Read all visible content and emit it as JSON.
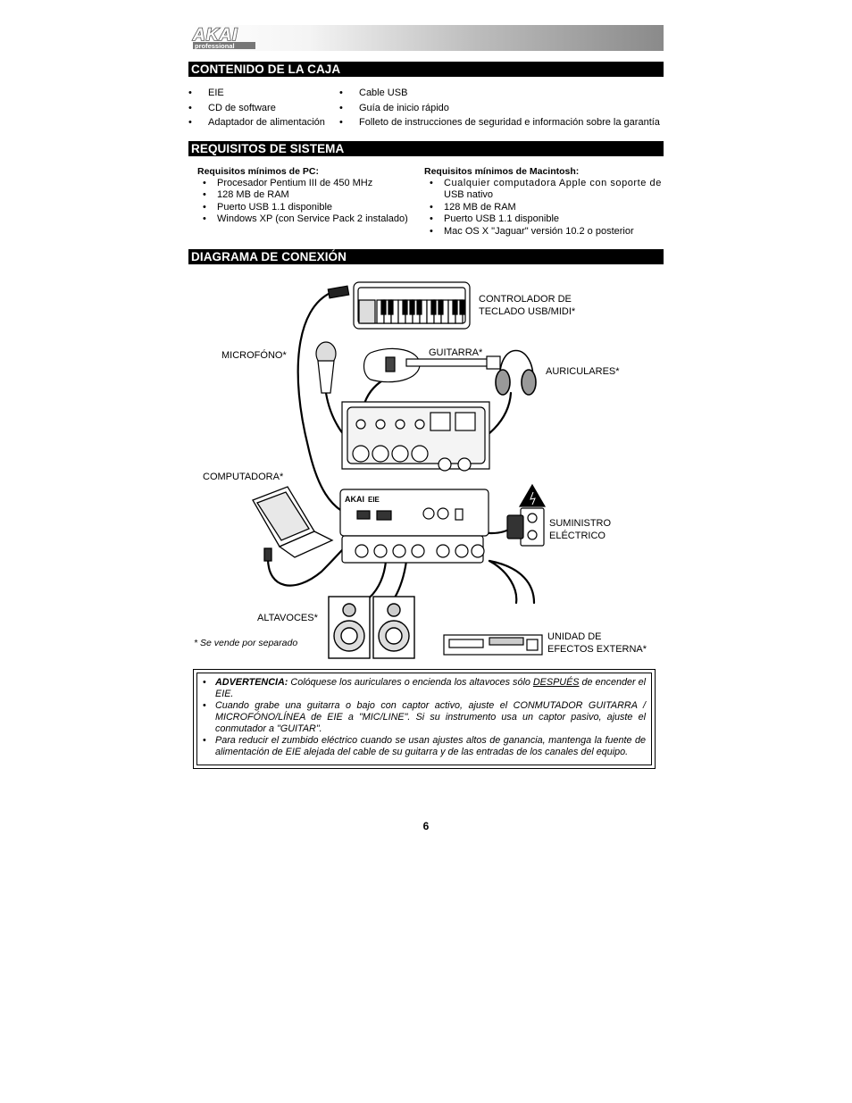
{
  "header": {
    "logo_text": "AKAI",
    "logo_sub": "professional"
  },
  "sections": {
    "contents": {
      "title": "CONTENIDO DE LA CAJA",
      "col1": [
        "EIE",
        "CD de software",
        "Adaptador de alimentación"
      ],
      "col2": [
        "Cable USB",
        "Guía de inicio rápido",
        "Folleto de instrucciones de seguridad e información sobre la garantía"
      ]
    },
    "requirements": {
      "title": "REQUISITOS DE SISTEMA",
      "pc_title": "Requisitos mínimos de PC:",
      "pc_items": [
        "Procesador Pentium III de 450 MHz",
        "128 MB de RAM",
        "Puerto USB 1.1 disponible",
        "Windows XP (con Service Pack 2 instalado)"
      ],
      "mac_title": "Requisitos mínimos de Macintosh:",
      "mac_item1_line1": "Cualquier computadora Apple con soporte de",
      "mac_item1_line2": "USB nativo",
      "mac_items_rest": [
        "128 MB de RAM",
        "Puerto USB 1.1 disponible",
        "Mac OS X \"Jaguar\" versión 10.2 o posterior"
      ]
    },
    "diagram": {
      "title": "DIAGRAMA DE CONEXIÓN",
      "labels": {
        "controller_1": "CONTROLADOR DE",
        "controller_2": "TECLADO USB/MIDI*",
        "microphone": "MICROFÓNO*",
        "guitar": "GUITARRA*",
        "headphones": "AURICULARES*",
        "computer": "COMPUTADORA*",
        "power_1": "SUMINISTRO",
        "power_2": "ELÉCTRICO",
        "speakers": "ALTAVOCES*",
        "effects_1": "UNIDAD DE",
        "effects_2": "EFECTOS EXTERNA*"
      },
      "device_text": {
        "brand": "AKAI",
        "model": "EIE"
      },
      "note": "* Se vende por separado"
    }
  },
  "warnings": {
    "w1_bold": "ADVERTENCIA:",
    "w1_pre": " Colóquese los auriculares o encienda los altavoces sólo ",
    "w1_underline": "DESPUÉS",
    "w1_post": " de encender el EIE.",
    "w2": "Cuando grabe una guitarra o bajo con captor activo, ajuste el CONMUTADOR GUITARRA / MICROFÓNO/LÍNEA de EIE a \"MIC/LINE\".  Si su instrumento usa un captor pasivo,  ajuste el conmutador a \"GUITAR\".",
    "w3": "Para reducir el zumbido eléctrico cuando se usan ajustes altos de ganancia, mantenga la fuente de alimentación de EIE alejada del cable de su guitarra y de las entradas de los canales del equipo."
  },
  "page_number": "6"
}
